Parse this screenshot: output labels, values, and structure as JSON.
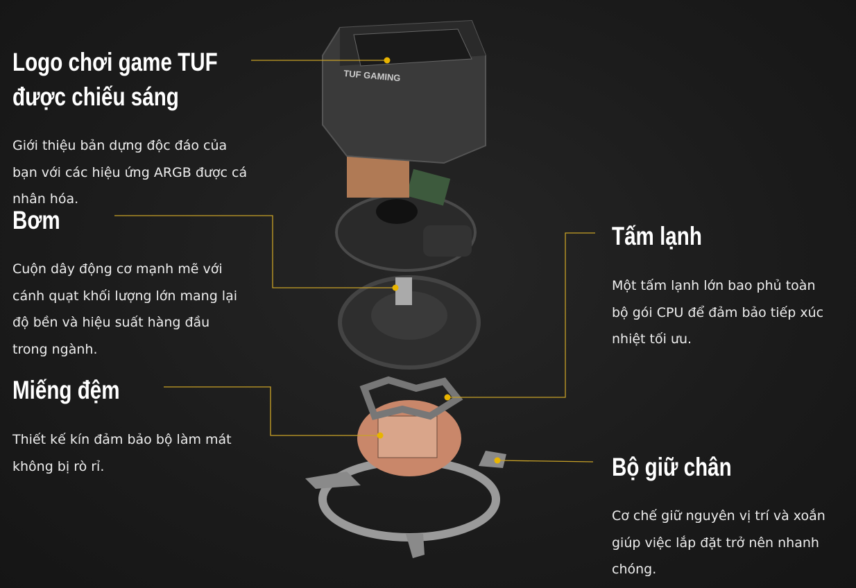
{
  "accent_color": "#c9a227",
  "features": [
    {
      "title_lines": [
        "Logo chơi game TUF",
        "được chiếu sáng"
      ],
      "body_lines": [
        "Giới thiệu bản dựng độc đáo của",
        "bạn với các hiệu ứng ARGB được cá",
        "nhân hóa."
      ]
    },
    {
      "title": "Bơm",
      "body_lines": [
        "Cuộn dây động cơ mạnh mẽ với",
        "cánh quạt khối lượng lớn mang lại",
        "độ bền và hiệu suất hàng đầu",
        "trong ngành."
      ]
    },
    {
      "title": "Miếng đệm",
      "body_lines": [
        "Thiết kế kín đảm bảo bộ làm mát",
        "không bị rò rỉ."
      ]
    },
    {
      "title": "Tấm lạnh",
      "body_lines": [
        "Một tấm lạnh lớn bao phủ toàn",
        "bộ gói CPU để đảm bảo tiếp xúc",
        "nhiệt tối ưu."
      ]
    },
    {
      "title": "Bộ giữ chân",
      "body_lines": [
        "Cơ chế giữ nguyên vị trí và xoắn",
        "giúp việc lắp đặt trở nên nhanh",
        "chóng."
      ]
    }
  ],
  "product_logo_text": "TUF GAMING"
}
